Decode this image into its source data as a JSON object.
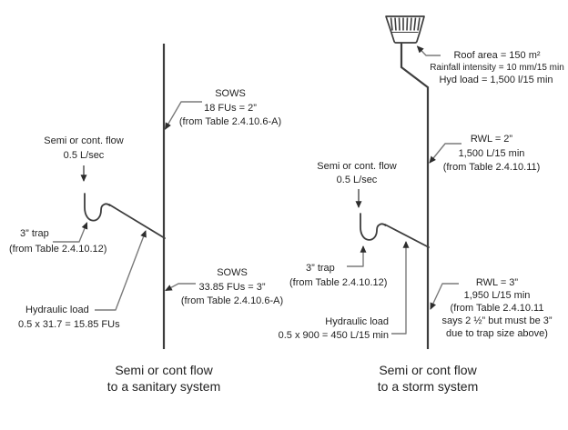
{
  "figure": {
    "background": "#ffffff",
    "pipe_color": "#3d3d3d",
    "leader_color": "#7a7a7a",
    "arrow_color": "#2d2d2d",
    "text_color": "#1f1f1f",
    "icons": {
      "roof_drain": "roof-drain-strainer-icon",
      "flow_arrow": "downward-flow-arrow-icon",
      "leader_arrow": "leader-arrowhead-icon"
    }
  },
  "sanitary": {
    "flow_label": {
      "line1": "Semi or cont. flow",
      "line2": "0.5 L/sec"
    },
    "sows_upper": {
      "line1": "SOWS",
      "line2": "18 FUs = 2”",
      "line3": "(from Table 2.4.10.6-A)"
    },
    "sows_lower": {
      "line1": "SOWS",
      "line2": "33.85 FUs = 3”",
      "line3": "(from Table 2.4.10.6-A)"
    },
    "trap_label": {
      "line1": "3” trap",
      "line2": "(from Table 2.4.10.12)"
    },
    "hydraulic_label": {
      "line1": "Hydraulic load",
      "line2": "0.5 x 31.7 = 15.85 FUs"
    },
    "caption": {
      "line1": "Semi or cont flow",
      "line2": "to a sanitary system"
    }
  },
  "storm": {
    "roof_label": {
      "line1": "Roof area = 150 m²",
      "line2": "Rainfall intensity = 10 mm/15 min",
      "line3": "Hyd load = 1,500 l/15 min"
    },
    "flow_label": {
      "line1": "Semi or cont. flow",
      "line2": "0.5 L/sec"
    },
    "rwl_upper": {
      "line1": "RWL = 2”",
      "line2": "1,500 L/15 min",
      "line3": "(from Table 2.4.10.11)"
    },
    "rwl_lower": {
      "line1": "RWL = 3”",
      "line2": "1,950 L/15 min",
      "line3": "(from Table 2.4.10.11",
      "line4": "says 2 ½” but must be 3”",
      "line5": "due to trap size above)"
    },
    "trap_label": {
      "line1": "3” trap",
      "line2": "(from Table 2.4.10.12)"
    },
    "hydraulic_label": {
      "line1": "Hydraulic load",
      "line2": "0.5 x 900 = 450 L/15 min"
    },
    "caption": {
      "line1": "Semi or cont flow",
      "line2": "to a storm system"
    }
  }
}
